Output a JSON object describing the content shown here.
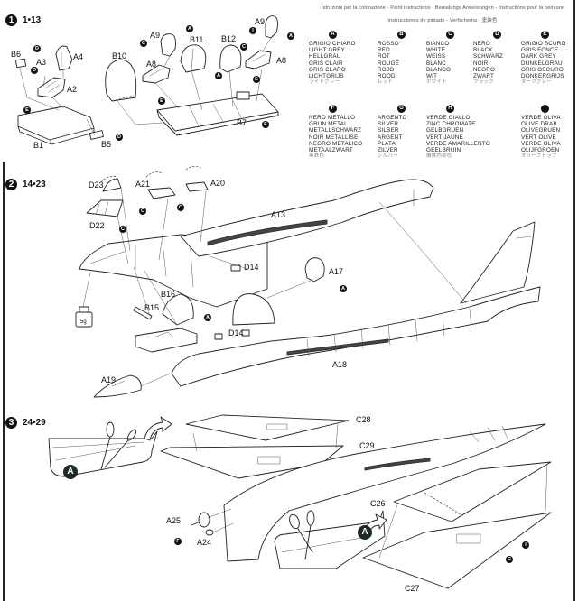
{
  "header": {
    "instructions_line1": "Istruzioni per la colorazione - Paint instructions - Bemalungs Anweisungen - Instructions pour la peinture -",
    "instructions_line2": "Instrucciones de pintado - Verfschema · 塗装色"
  },
  "color_table": [
    {
      "code": "A",
      "names": [
        "GRIGIO CHIARO",
        "LIGHT GREY",
        "HELLGRAU",
        "GRIS CLAIR",
        "GRIS CLARO",
        "LICHTGRIJS"
      ],
      "jp": "ライトグレー"
    },
    {
      "code": "B",
      "names": [
        "ROSSO",
        "RED",
        "ROT",
        "ROUGE",
        "ROJO",
        "ROOD"
      ],
      "jp": "レッド"
    },
    {
      "code": "C",
      "names": [
        "BIANCO",
        "WHITE",
        "WEISS",
        "BLANC",
        "BLANCO",
        "WIT"
      ],
      "jp": "ホワイト"
    },
    {
      "code": "D",
      "names": [
        "NERO",
        "BLACK",
        "SCHWARZ",
        "NOIR",
        "NEGRO",
        "ZWART"
      ],
      "jp": "ブラック"
    },
    {
      "code": "E",
      "names": [
        "GRIGIO SCURO",
        "GRIS FONCE",
        "DARK GREY",
        "DUNKELGRAU",
        "GRIS OSCURO",
        "DONKERGRIJS"
      ],
      "jp": "ダークグレー"
    },
    {
      "code": "F",
      "names": [
        "NERO METALLO",
        "GRUN METAL",
        "METALLSCHWARZ",
        "NOIR METALLISE",
        "NEGRO METALICO",
        "METAALZWART"
      ],
      "jp": "黒鉄色"
    },
    {
      "code": "G",
      "names": [
        "ARGENTO",
        "SILVER",
        "SILBER",
        "ARGENT",
        "PLATA",
        "ZILVER"
      ],
      "jp": "シルバー"
    },
    {
      "code": "H",
      "names": [
        "VERDE GIALLO",
        "ZINC CHROMATE",
        "GELBGRUEN",
        "VERT JAUNE",
        "VERDE AMARILLENTO",
        "GEELBRUIN"
      ],
      "jp": "機体内部色"
    },
    {
      "code": "I",
      "names": [
        "VERDE OLIVA",
        "OLIVE DRAB",
        "OLIVEGRUEN",
        "VERT OLIVE",
        "VERDE OLIVA",
        "OLIJFGROEN"
      ],
      "jp": "オリーブドラブ"
    }
  ],
  "steps": [
    {
      "number": "1",
      "range": "1•13"
    },
    {
      "number": "2",
      "range": "14•23"
    },
    {
      "number": "3",
      "range": "24•29"
    }
  ],
  "parts": {
    "B6": "B6",
    "A3": "A3",
    "A4": "A4",
    "A2": "A2",
    "B1": "B1",
    "B5": "B5",
    "B10": "B10",
    "A9a": "A9",
    "A8a": "A8",
    "B11": "B11",
    "B12": "B12",
    "A9b": "A9",
    "A8b": "A8",
    "B7": "B7",
    "D23": "D23",
    "D22": "D22",
    "A21": "A21",
    "A20": "A20",
    "A13": "A13",
    "D14a": "D14",
    "A17": "A17",
    "B16": "B16",
    "B15": "B15",
    "D14b": "D14",
    "A18": "A18",
    "A19": "A19",
    "C28": "C28",
    "C29": "C29",
    "C26": "C26",
    "C27": "C27",
    "A25": "A25",
    "A24": "A24"
  },
  "weight_label": "5g",
  "callouts": {
    "cut_tag": "A",
    "colors": {
      "A": "A",
      "C": "C",
      "D": "D",
      "E": "E",
      "F": "F",
      "I": "I"
    }
  }
}
